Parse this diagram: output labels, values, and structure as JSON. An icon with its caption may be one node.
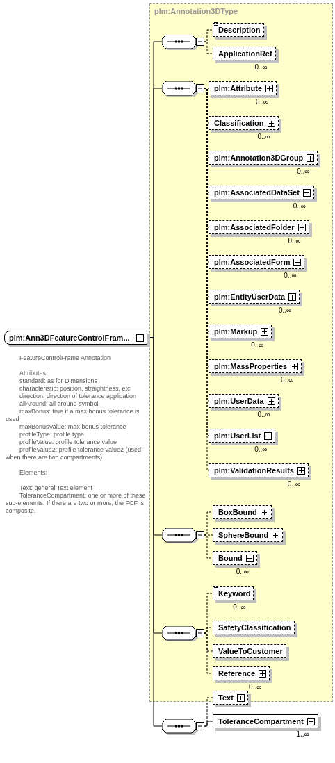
{
  "diagram": {
    "nodes": [
      {
        "text": [
          "plm:Ann3DFeatureControlFram..."
        ],
        "beside": [
          "FeatureControlFrame Annotation",
          "Attributes:",
          "standard: as for Dimensions",
          "characteristic: position, straightness, etc",
          "direction: direction of tolerance application",
          "allAround: all around symbol",
          "maxBonus: true if a max bonus tolerance is used",
          "maxBonusValue: max bonus tolerance",
          "profileType: profile type",
          "profileValue: profile tolerance value",
          "profileValue2: profile tolerance value2 (used when there are two compartments)",
          "Elements:",
          "Text: general Text element",
          "ToleranceCompartment: one or more of these sub-elements. If there are two or more, the FCF is composite."
        ]
      },
      {
        "text": [
          "plm:Annotation3DType"
        ]
      },
      {
        "text": [],
        "shape": "octagon",
        "in": 1
      },
      {
        "text": [
          "Description"
        ],
        "in": 1
      },
      {
        "text": [
          "ApplicationRef"
        ],
        "in": 1,
        "beside": [
          "0..∞"
        ]
      },
      {
        "text": [],
        "shape": "octagon",
        "in": 1
      },
      {
        "text": [
          "plm:Attribute"
        ],
        "in": 1,
        "beside": [
          "0..∞"
        ]
      },
      {
        "text": [
          "Classification"
        ],
        "in": 1,
        "beside": [
          "0..∞"
        ]
      },
      {
        "text": [
          "plm:Annotation3DGroup"
        ],
        "in": 1,
        "beside": [
          "0..∞"
        ]
      },
      {
        "text": [
          "plm:AssociatedDataSet"
        ],
        "in": 1,
        "beside": [
          "0..∞"
        ]
      },
      {
        "text": [
          "plm:AssociatedFolder"
        ],
        "in": 1,
        "beside": [
          "0..∞"
        ]
      },
      {
        "text": [
          "plm:AssociatedForm"
        ],
        "in": 1,
        "beside": [
          "0..∞"
        ]
      },
      {
        "text": [
          "plm:EntityUserData"
        ],
        "in": 1,
        "beside": [
          "0..∞"
        ]
      },
      {
        "text": [
          "plm:Markup"
        ],
        "in": 1,
        "beside": [
          "0..∞"
        ]
      },
      {
        "text": [
          "plm:MassProperties"
        ],
        "in": 1,
        "beside": [
          "0..∞"
        ]
      },
      {
        "text": [
          "plm:UserData"
        ],
        "in": 1,
        "beside": [
          "0..∞"
        ]
      },
      {
        "text": [
          "plm:UserList"
        ],
        "in": 1,
        "beside": [
          "0..∞"
        ]
      },
      {
        "text": [
          "plm:ValidationResults"
        ],
        "in": 1,
        "beside": [
          "0..∞"
        ]
      },
      {
        "text": [],
        "shape": "octagon",
        "in": 1
      },
      {
        "text": [
          "BoxBound"
        ],
        "in": 1
      },
      {
        "text": [
          "SphereBound"
        ],
        "in": 1
      },
      {
        "text": [
          "Bound"
        ],
        "in": 1,
        "beside": [
          "0..∞"
        ]
      },
      {
        "text": [],
        "shape": "octagon",
        "in": 1
      },
      {
        "text": [
          "Keyword"
        ],
        "in": 1,
        "beside": [
          "0..∞"
        ]
      },
      {
        "text": [
          "SafetyClassification"
        ],
        "in": 1
      },
      {
        "text": [
          "ValueToCustomer"
        ],
        "in": 1
      },
      {
        "text": [
          "Reference"
        ],
        "in": 1,
        "beside": [
          "0..∞"
        ]
      },
      {
        "text": [],
        "shape": "octagon"
      },
      {
        "text": [
          "Text"
        ]
      },
      {
        "text": [
          "ToleranceCompartment"
        ],
        "beside": [
          "1..∞"
        ]
      }
    ],
    "edges": [
      {
        "from": 0,
        "to": 2,
        "arrow": "none"
      },
      {
        "from": 0,
        "to": 5,
        "arrow": "none"
      },
      {
        "from": 0,
        "to": 18,
        "arrow": "none"
      },
      {
        "from": 0,
        "to": 22,
        "arrow": "none"
      },
      {
        "from": 0,
        "to": 27,
        "arrow": "none"
      },
      {
        "from": 2,
        "to": 3,
        "arrow": "none",
        "style": "dashed"
      },
      {
        "from": 2,
        "to": 4,
        "arrow": "none",
        "style": "dashed"
      },
      {
        "from": 5,
        "to": 6,
        "arrow": "none",
        "style": "dashed"
      },
      {
        "from": 5,
        "to": 7,
        "arrow": "none",
        "style": "dashed"
      },
      {
        "from": 5,
        "to": 8,
        "arrow": "none",
        "style": "dashed"
      },
      {
        "from": 5,
        "to": 9,
        "arrow": "none",
        "style": "dashed"
      },
      {
        "from": 5,
        "to": 10,
        "arrow": "none",
        "style": "dashed"
      },
      {
        "from": 5,
        "to": 11,
        "arrow": "none",
        "style": "dashed"
      },
      {
        "from": 5,
        "to": 12,
        "arrow": "none",
        "style": "dashed"
      },
      {
        "from": 5,
        "to": 13,
        "arrow": "none",
        "style": "dashed"
      },
      {
        "from": 5,
        "to": 14,
        "arrow": "none",
        "style": "dashed"
      },
      {
        "from": 5,
        "to": 15,
        "arrow": "none",
        "style": "dashed"
      },
      {
        "from": 5,
        "to": 16,
        "arrow": "none",
        "style": "dashed"
      },
      {
        "from": 5,
        "to": 17,
        "arrow": "none",
        "style": "dashed"
      },
      {
        "from": 18,
        "to": 19,
        "arrow": "none",
        "style": "dashed"
      },
      {
        "from": 18,
        "to": 20,
        "arrow": "none",
        "style": "dashed"
      },
      {
        "from": 18,
        "to": 21,
        "arrow": "none",
        "style": "dashed"
      },
      {
        "from": 22,
        "to": 23,
        "arrow": "none",
        "style": "dashed"
      },
      {
        "from": 22,
        "to": 24,
        "arrow": "none",
        "style": "dashed"
      },
      {
        "from": 22,
        "to": 25,
        "arrow": "none",
        "style": "dashed"
      },
      {
        "from": 22,
        "to": 26,
        "arrow": "none",
        "style": "dashed"
      },
      {
        "from": 27,
        "to": 28,
        "arrow": "none",
        "style": "dashed"
      },
      {
        "from": 27,
        "to": 29,
        "arrow": "none"
      }
    ]
  }
}
